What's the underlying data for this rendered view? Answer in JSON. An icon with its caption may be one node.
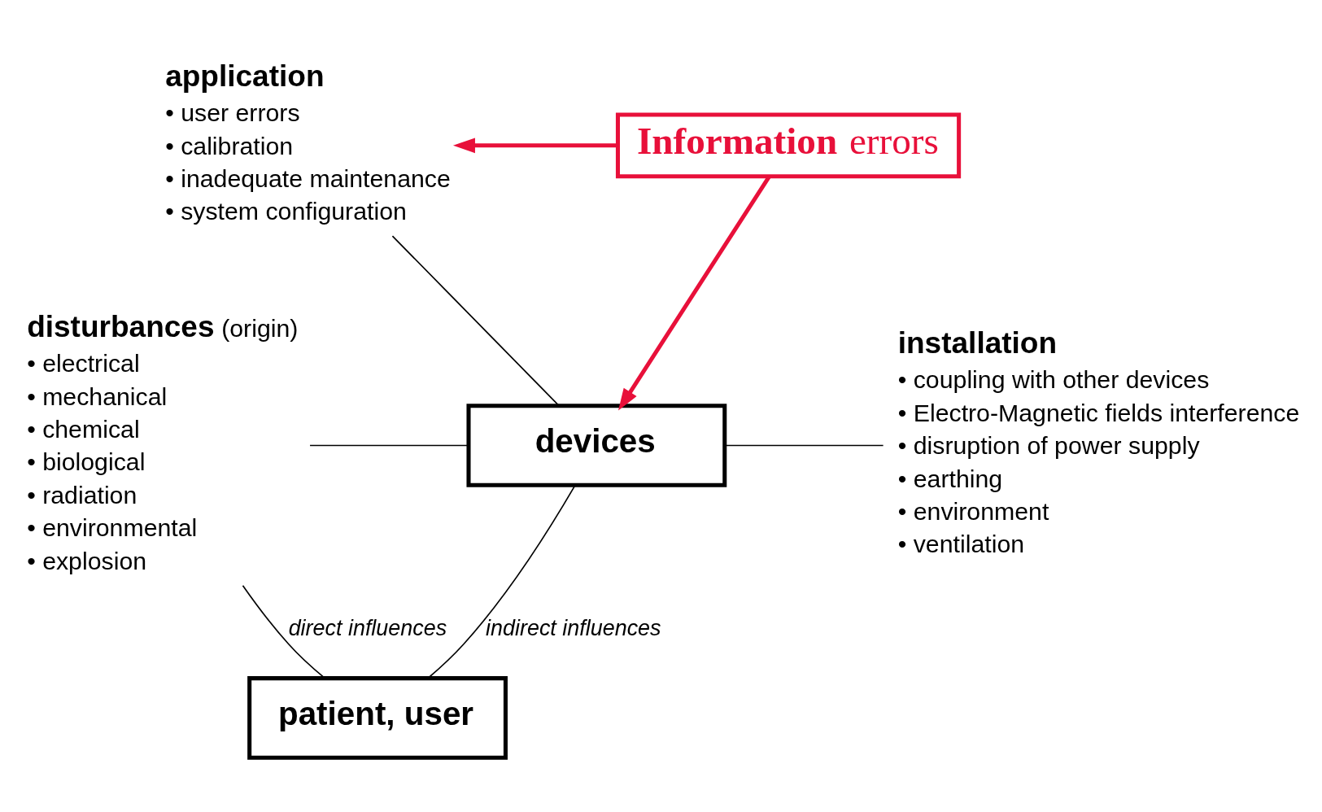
{
  "diagram": {
    "nodes": [
      {
        "text": [
          "application",
          "• user errors",
          "• calibration",
          "• inadequate maintenance",
          "• system configuration"
        ]
      },
      {
        "text": [
          "**Information** errors"
        ]
      },
      {
        "text": [
          "disturbances",
          "• electrical",
          "• mechanical",
          "• chemical",
          "• biological",
          "• radiation",
          "• environmental",
          "• explosion"
        ],
        "beside": [
          "(origin)"
        ]
      },
      {
        "text": [
          "devices"
        ]
      },
      {
        "text": [
          "installation",
          "• coupling with other devices",
          "• Electro-Magnetic fields interference",
          "• disruption of power supply",
          "• earthing",
          "• environment",
          "• ventilation"
        ]
      },
      {
        "text": [
          "patient, user"
        ]
      }
    ],
    "edges": [
      {
        "from": 0,
        "to": 3,
        "arrow": "none"
      },
      {
        "from": 1,
        "to": 0,
        "arrow": "to",
        "color": "#e8103a",
        "style": "thick"
      },
      {
        "from": 1,
        "to": 3,
        "arrow": "to",
        "color": "#e8103a",
        "style": "thick"
      },
      {
        "from": 2,
        "to": 3,
        "arrow": "none"
      },
      {
        "from": 3,
        "to": 4,
        "arrow": "none"
      },
      {
        "from": 3,
        "to": 5,
        "arrow": "none",
        "label": "indirect influences"
      },
      {
        "from": 2,
        "to": 5,
        "arrow": "none",
        "label": "direct influences"
      }
    ]
  }
}
